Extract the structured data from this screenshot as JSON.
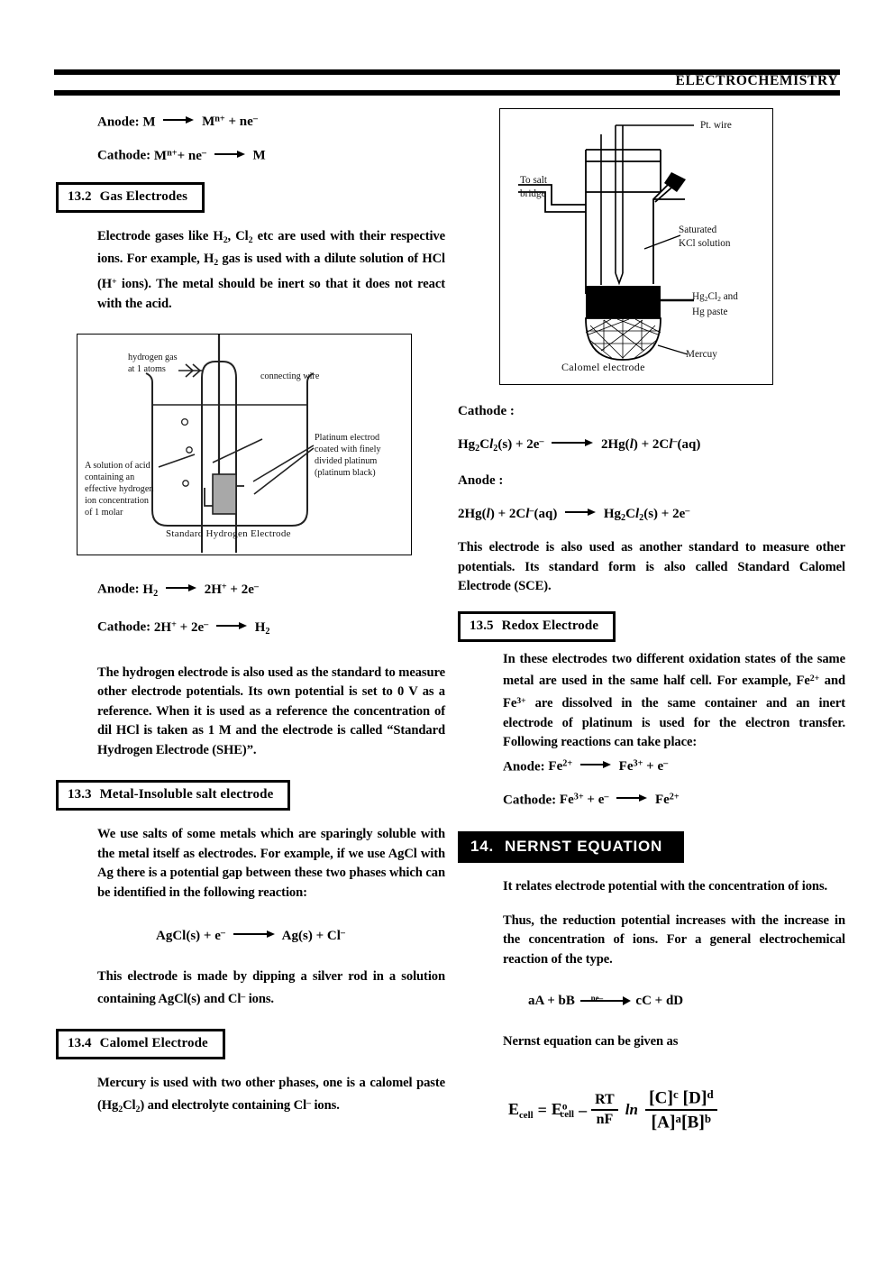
{
  "header": {
    "title": "ELECTROCHEMISTRY"
  },
  "left_column": {
    "eq_anode_metal": {
      "label": "Anode:",
      "lhs": "M",
      "rhs_pre": "M",
      "rhs_sup": "n+",
      "rhs_post": "+ ne",
      "rhs_sup2": "–"
    },
    "eq_cathode_metal": {
      "label": "Cathode:",
      "lhs_pre": "M",
      "lhs_sup": "n+",
      "lhs_post": "+ ne",
      "lhs_sup2": "–",
      "rhs": "M"
    },
    "section_13_2": {
      "num": "13.2",
      "title": "Gas Electrodes",
      "body": "Electrode gases like H2, Cl2 etc are used with their respective ions. For example, H2 gas is used with a dilute solution of HCl (H+ ions). The metal should be inert so that it does not react with the acid."
    },
    "figure_she": {
      "caption": "Standard Hydrogen Electrode",
      "labels": {
        "hydrogen_gas": "hydrogen gas\nat 1 atoms",
        "connecting_wire": "connecting wire",
        "platinum_electrode": "Platinum electrod\ncoated with finely\ndivided platinum\n(platinum black)",
        "acid_solution": "A solution of acid\ncontaining an\neffective hydrogen\nion concentration\nof 1 molar"
      }
    },
    "eq_anode_h2": {
      "label": "Anode:",
      "lhs": "H2",
      "rhs": "2H+ + 2e–"
    },
    "eq_cathode_h2": {
      "label": "Cathode:",
      "lhs": "2H+ + 2e–",
      "rhs": "H2"
    },
    "para_she": "The hydrogen electrode is also used as the standard to measure other electrode potentials. Its own potential is set to 0 V as a reference. When it is used as a reference the concentration of dil HCl is taken as 1 M and the electrode is called “Standard Hydrogen Electrode (SHE)”.",
    "section_13_3": {
      "num": "13.3",
      "title": "Metal-Insoluble salt electrode",
      "body": "We use salts of some metals which are sparingly soluble with the metal itself as electrodes. For example, if we use AgCl with Ag there is a potential gap between these two phases which can be identified in the following reaction:",
      "equation_lhs": "AgCl(s) + e–",
      "equation_rhs": "Ag(s) + Cl–",
      "body2": "This electrode is made by dipping a silver rod in a solution containing AgCl(s) and Cl– ions."
    },
    "section_13_4": {
      "num": "13.4",
      "title": "Calomel Electrode",
      "body": "Mercury is used with two other phases, one is a calomel paste (Hg2Cl2) and electrolyte containing Cl– ions."
    }
  },
  "right_column": {
    "figure_calomel": {
      "caption": "Calomel electrode",
      "labels": {
        "pt_wire": "Pt. wire",
        "to_salt_bridge": "To salt\nbridge",
        "saturated_kcl": "Saturated\nKCl solution",
        "hg2cl2_paste": "Hg2Cl2 and\nHg paste",
        "mercury": "Mercuy"
      }
    },
    "cathode_label": "Cathode :",
    "eq_cathode_calomel": {
      "lhs": "Hg2Cl2(s) + 2e–",
      "rhs": "2Hg(l) + 2Cl–(aq)"
    },
    "anode_label": "Anode :",
    "eq_anode_calomel": {
      "lhs": "2Hg(l) + 2Cl–(aq)",
      "rhs": "Hg2Cl2(s) + 2e–"
    },
    "para_sce_1": "This electrode is also used as another standard to measure other potentials. Its standard form is also called ",
    "para_sce_bold": "Standard Calomel Electrode (SCE)",
    "para_sce_end": ".",
    "section_13_5": {
      "num": "13.5",
      "title": "Redox Electrode",
      "body": "In these electrodes two different oxidation states of the same metal are used in the same half cell. For example, Fe2+ and Fe3+ are dissolved in the same container and an inert electrode of platinum is used for the electron transfer. Following reactions can take place:"
    },
    "eq_anode_fe": {
      "label": "Anode:",
      "lhs": "Fe2+",
      "rhs": "Fe3+ + e–"
    },
    "eq_cathode_fe": {
      "label": "Cathode:",
      "lhs": "Fe3+ + e–",
      "rhs": "Fe2+"
    },
    "section_14": {
      "num": "14.",
      "title": "NERNST EQUATION",
      "body1": "It relates electrode potential with the concentration of ions.",
      "body2": "Thus, the reduction potential increases with the increase in the concentration of ions. For a general electrochemical reaction of the type.",
      "general_reaction": {
        "lhs": "aA + bB",
        "arrow_label": "ne–",
        "rhs": "cC + dD"
      },
      "body3": "Nernst equation can be given as",
      "nernst_formula": {
        "e_cell": "E",
        "e_cell_sub": "cell",
        "equals": "=",
        "e_std": "E",
        "e_std_sub": "cell",
        "e_std_sup": "o",
        "minus": "–",
        "rt": "RT",
        "nf": "nF",
        "ln": "ln",
        "numerator": "[C]c [D]d",
        "denominator": "[A]a [B]b"
      }
    }
  }
}
